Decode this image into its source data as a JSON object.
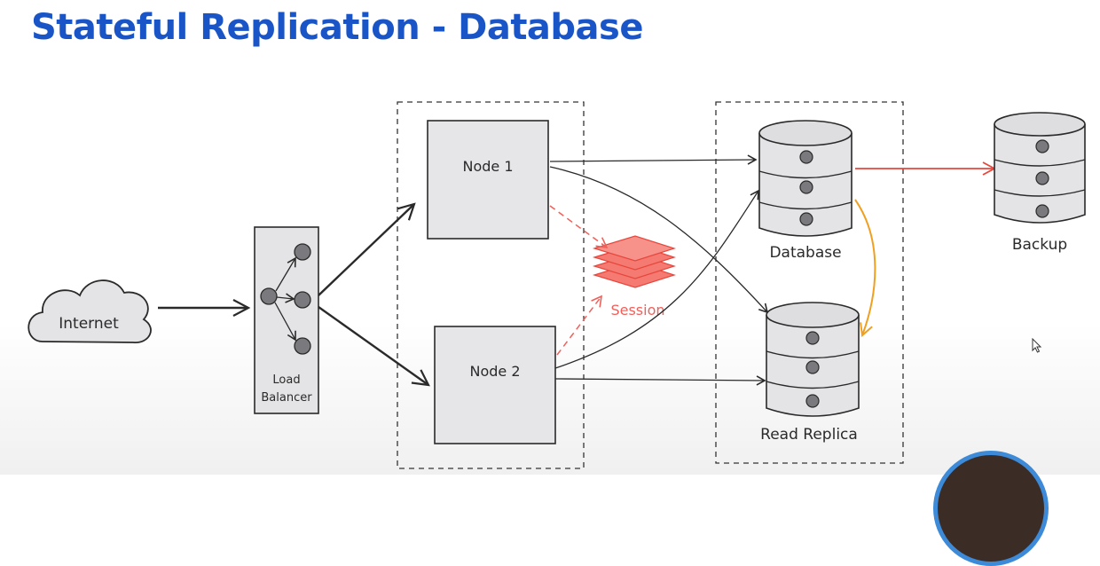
{
  "title": "Stateful Replication - Database",
  "nodes": {
    "internet": "Internet",
    "load_balancer_line1": "Load",
    "load_balancer_line2": "Balancer",
    "node1": "Node 1",
    "node2": "Node 2",
    "session": "Session",
    "database": "Database",
    "read_replica": "Read Replica",
    "backup": "Backup"
  },
  "colors": {
    "title": "#1a55c8",
    "session": "#f0605a",
    "backup_arrow": "#e8463c",
    "replication_arrow": "#f0a020",
    "box_fill": "#e6e6e8",
    "stroke": "#2a2a2a"
  }
}
